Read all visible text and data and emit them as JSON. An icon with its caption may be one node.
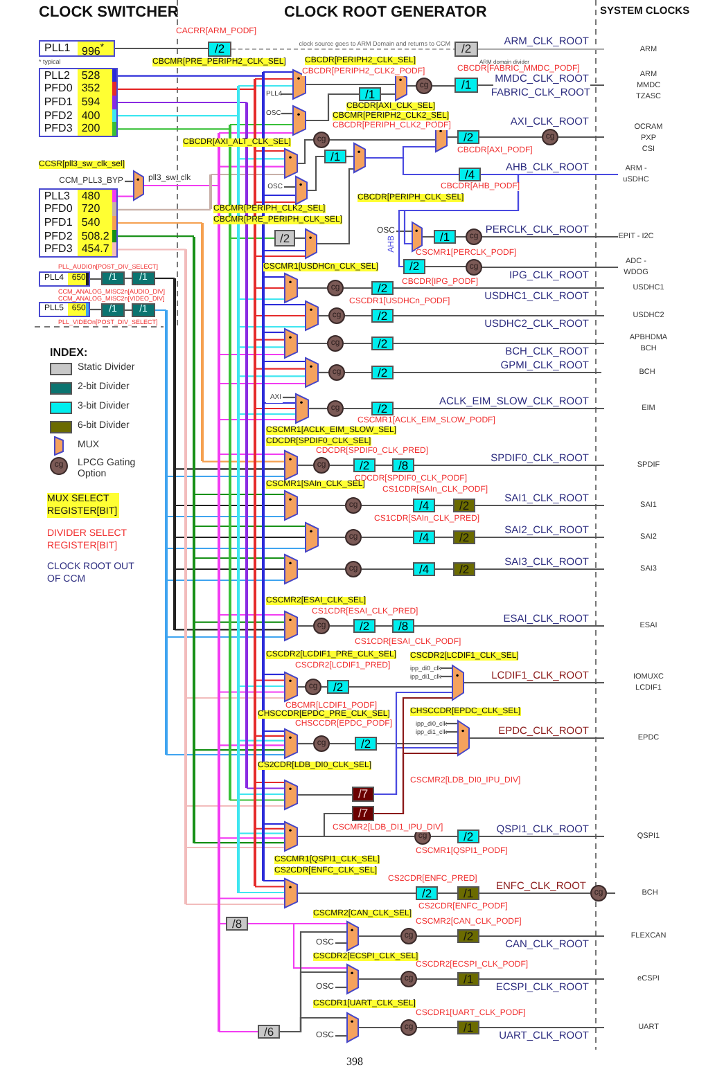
{
  "diagram": {
    "nodes": [
      {
        "text": [
          "PLL1",
          "996$^{*}$"
        ],
        "beside": [
          "* typical"
        ]
      },
      {
        "text": [],
        "shape": "box"
      },
      {
        "text": [
          "PLL2",
          "528"
        ],
        "in": 1
      },
      {
        "text": [
          "PFD0",
          "352"
        ],
        "in": 1
      },
      {
        "text": [
          "PFD1",
          "594"
        ],
        "in": 1
      },
      {
        "text": [
          "PFD2",
          "400"
        ],
        "in": 1
      },
      {
        "text": [
          "PFD3",
          "200"
        ],
        "in": 1
      },
      {
        "text": [
          "CCM_PLL3_BYP"
        ]
      },
      {
        "text": [],
        "shape": "trapezoid"
      },
      {
        "text": [],
        "shape": "box"
      },
      {
        "text": [
          "PLL3",
          "480"
        ],
        "in": 9
      },
      {
        "text": [
          "PFD0",
          "720"
        ],
        "in": 9
      },
      {
        "text": [
          "PFD1",
          "540"
        ],
        "in": 9
      },
      {
        "text": [
          "PFD2",
          "508.2"
        ],
        "in": 9
      },
      {
        "text": [
          "PFD3",
          "454.7"
        ],
        "in": 9
      },
      {
        "text": [
          "PLL4",
          "650"
        ]
      },
      {
        "text": [
          "/1"
        ]
      },
      {
        "text": [
          "/1"
        ]
      },
      {
        "text": [
          "PLL5",
          "650"
        ]
      },
      {
        "text": [
          "/1"
        ]
      },
      {
        "text": [
          "/1"
        ]
      },
      {
        "text": [
          "/2"
        ]
      },
      {
        "text": [
          "/2"
        ],
        "beside": [
          "ARM domain divider"
        ]
      },
      {
        "text": [
          "ARM"
        ]
      },
      {
        "text": [],
        "shape": "trapezoid"
      },
      {
        "text": [],
        "shape": "trapezoid"
      },
      {
        "text": [
          "PLL4"
        ]
      },
      {
        "text": [
          "OSC"
        ]
      },
      {
        "text": [
          "/1"
        ]
      },
      {
        "text": [],
        "shape": "trapezoid"
      },
      {
        "text": [
          "cg"
        ]
      },
      {
        "text": [
          "/1"
        ]
      },
      {
        "text": [
          "ARM",
          "MMDC",
          "TZASC"
        ]
      },
      {
        "text": [],
        "shape": "trapezoid"
      },
      {
        "text": [
          "/1"
        ]
      },
      {
        "text": [],
        "shape": "trapezoid"
      },
      {
        "text": [
          "OSC"
        ]
      },
      {
        "text": [],
        "shape": "trapezoid"
      },
      {
        "text": [
          "cg"
        ]
      },
      {
        "text": [
          "/2"
        ]
      },
      {
        "text": [],
        "shape": "trapezoid"
      },
      {
        "text": [],
        "shape": "trapezoid"
      },
      {
        "text": [
          "/2"
        ]
      },
      {
        "text": [
          "cg"
        ]
      },
      {
        "text": [
          "OCRAM",
          "PXP",
          "CSI"
        ]
      },
      {
        "text": [
          "/4"
        ]
      },
      {
        "text": [
          "ARM - uSDHC"
        ]
      },
      {
        "text": [
          "OSC"
        ]
      },
      {
        "text": [],
        "shape": "trapezoid"
      },
      {
        "text": [
          "/1"
        ]
      },
      {
        "text": [
          "cg"
        ]
      },
      {
        "text": [
          "EPIT - I2C"
        ]
      },
      {
        "text": [
          "/2"
        ]
      },
      {
        "text": [
          "cg"
        ]
      },
      {
        "text": [
          "ADC - WDOG"
        ]
      },
      {
        "text": [],
        "shape": "trapezoid"
      },
      {
        "text": [
          "cg"
        ]
      },
      {
        "text": [
          "/2"
        ]
      },
      {
        "text": [
          "USDHC1"
        ]
      },
      {
        "text": [],
        "shape": "trapezoid"
      },
      {
        "text": [
          "cg"
        ]
      },
      {
        "text": [
          "/2"
        ]
      },
      {
        "text": [
          "USDHC2"
        ]
      },
      {
        "text": [],
        "shape": "trapezoid"
      },
      {
        "text": [
          "cg"
        ]
      },
      {
        "text": [
          "/2"
        ]
      },
      {
        "text": [
          "APBHDMA",
          "BCH"
        ]
      },
      {
        "text": [],
        "shape": "trapezoid"
      },
      {
        "text": [
          "cg"
        ]
      },
      {
        "text": [
          "/2"
        ]
      },
      {
        "text": [
          "BCH"
        ]
      },
      {
        "text": [
          "AXI"
        ]
      },
      {
        "text": [],
        "shape": "trapezoid"
      },
      {
        "text": [
          "cg"
        ]
      },
      {
        "text": [
          "/2"
        ]
      },
      {
        "text": [
          "EIM"
        ]
      },
      {
        "text": [],
        "shape": "trapezoid"
      },
      {
        "text": [
          "cg"
        ]
      },
      {
        "text": [
          "/2"
        ]
      },
      {
        "text": [
          "/8"
        ]
      },
      {
        "text": [
          "SPDIF"
        ]
      },
      {
        "text": [],
        "shape": "trapezoid"
      },
      {
        "text": [
          "cg"
        ]
      },
      {
        "text": [
          "/4"
        ]
      },
      {
        "text": [
          "/2"
        ]
      },
      {
        "text": [
          "SAI1"
        ]
      },
      {
        "text": [],
        "shape": "trapezoid"
      },
      {
        "text": [
          "cg"
        ]
      },
      {
        "text": [
          "/4"
        ]
      },
      {
        "text": [
          "/2"
        ]
      },
      {
        "text": [
          "SAI2"
        ]
      },
      {
        "text": [],
        "shape": "trapezoid"
      },
      {
        "text": [
          "cg"
        ]
      },
      {
        "text": [
          "/4"
        ]
      },
      {
        "text": [
          "/2"
        ]
      },
      {
        "text": [
          "SAI3"
        ]
      },
      {
        "text": [],
        "shape": "trapezoid"
      },
      {
        "text": [
          "cg"
        ]
      },
      {
        "text": [
          "/2"
        ]
      },
      {
        "text": [
          "/8"
        ]
      },
      {
        "text": [
          "ESAI"
        ]
      },
      {
        "text": [],
        "shape": "trapezoid"
      },
      {
        "text": [
          "cg"
        ]
      },
      {
        "text": [
          "/2"
        ]
      },
      {
        "text": [
          "ipp_di0_clk"
        ]
      },
      {
        "text": [
          "ipp_di1_clk"
        ]
      },
      {
        "text": [],
        "shape": "trapezoid"
      },
      {
        "text": [
          "IOMUXC",
          "LCDIF1"
        ]
      },
      {
        "text": [],
        "shape": "trapezoid"
      },
      {
        "text": [
          "cg"
        ]
      },
      {
        "text": [
          "/2"
        ]
      },
      {
        "text": [
          "ipp_di0_clk"
        ]
      },
      {
        "text": [
          "ipp_di1_clk"
        ]
      },
      {
        "text": [],
        "shape": "trapezoid"
      },
      {
        "text": [
          "EPDC"
        ]
      },
      {
        "text": [],
        "shape": "trapezoid"
      },
      {
        "text": [
          "/7"
        ]
      },
      {
        "text": [],
        "shape": "trapezoid"
      },
      {
        "text": [
          "/7"
        ]
      },
      {
        "text": [
          "cg"
        ]
      },
      {
        "text": [
          "/2"
        ]
      },
      {
        "text": [
          "QSPI1"
        ]
      },
      {
        "text": [],
        "shape": "trapezoid"
      },
      {
        "text": [
          "/2"
        ]
      },
      {
        "text": [
          "/1"
        ]
      },
      {
        "text": [
          "cg"
        ]
      },
      {
        "text": [
          "BCH"
        ]
      },
      {
        "text": [
          "/8"
        ]
      },
      {
        "text": [
          "/6"
        ]
      },
      {
        "text": [
          "OSC"
        ]
      },
      {
        "text": [],
        "shape": "trapezoid"
      },
      {
        "text": [
          "cg"
        ]
      },
      {
        "text": [
          "/2"
        ]
      },
      {
        "text": [
          "FLEXCAN"
        ]
      },
      {
        "text": [
          "OSC"
        ]
      },
      {
        "text": [],
        "shape": "trapezoid"
      },
      {
        "text": [
          "cg"
        ]
      },
      {
        "text": [
          "/1"
        ]
      },
      {
        "text": [
          "eCSPI"
        ]
      },
      {
        "text": [
          "OSC"
        ]
      },
      {
        "text": [],
        "shape": "trapezoid"
      },
      {
        "text": [
          "cg"
        ]
      },
      {
        "text": [
          "/1"
        ]
      },
      {
        "text": [
          "UART"
        ]
      },
      {
        "text": [
          "cg"
        ]
      },
      {
        "text": [],
        "shape": "bar"
      },
      {
        "text": [],
        "shape": "bar"
      },
      {
        "text": [],
        "shape": "bar"
      },
      {
        "text": [],
        "shape": "bar"
      },
      {
        "text": [],
        "shape": "bar"
      },
      {
        "text": [],
        "shape": "bar"
      },
      {
        "text": [],
        "shape": "bar"
      },
      {
        "text": [],
        "shape": "bar"
      },
      {
        "text": [],
        "shape": "bar"
      },
      {
        "text": [],
        "shape": "bar"
      },
      {
        "text": [],
        "shape": "bar"
      },
      {
        "text": [],
        "shape": "bar"
      }
    ],
    "edges": [
      {
        "from": 0,
        "to": 21,
        "arrow": "none"
      },
      {
        "from": 21,
        "to": 22,
        "arrow": "none",
        "style": "dashed",
        "color": "#aaaaaa",
        "label": "clock source goes to ARM Domain and returns to CCM"
      },
      {
        "from": 22,
        "to": 23,
        "arrow": "none",
        "color": "#aaaaaa",
        "label": "ARM_CLK_ROOT"
      },
      {
        "from": 7,
        "to": 8,
        "arrow": "none"
      },
      {
        "from": 10,
        "to": 8,
        "arrow": "none",
        "color": "#f23cf2"
      },
      {
        "from": 15,
        "to": 16,
        "arrow": "none"
      },
      {
        "from": 16,
        "to": 17,
        "arrow": "none"
      },
      {
        "from": 18,
        "to": 19,
        "arrow": "none"
      },
      {
        "from": 19,
        "to": 20,
        "arrow": "none"
      },
      {
        "from": 26,
        "to": 24,
        "arrow": "none"
      },
      {
        "from": 27,
        "to": 25,
        "arrow": "none"
      },
      {
        "from": 24,
        "to": 29,
        "arrow": "none"
      },
      {
        "from": 25,
        "to": 28,
        "arrow": "none"
      },
      {
        "from": 28,
        "to": 29,
        "arrow": "none"
      },
      {
        "from": 29,
        "to": 30,
        "arrow": "none"
      },
      {
        "from": 30,
        "to": 31,
        "arrow": "none"
      },
      {
        "from": 31,
        "to": 32,
        "arrow": "none",
        "label": "MMDC_CLK_ROOT"
      },
      {
        "from": 36,
        "to": 37,
        "arrow": "none"
      },
      {
        "from": 37,
        "to": 34,
        "arrow": "none"
      },
      {
        "from": 34,
        "to": 35,
        "arrow": "none"
      },
      {
        "from": 39,
        "to": 40,
        "arrow": "none"
      },
      {
        "from": 40,
        "to": 35,
        "arrow": "none"
      },
      {
        "from": 33,
        "to": 38,
        "arrow": "none"
      },
      {
        "from": 38,
        "to": 41,
        "arrow": "none"
      },
      {
        "from": 35,
        "to": 41,
        "arrow": "none",
        "color": "#4a4ae0"
      },
      {
        "from": 35,
        "to": 45,
        "arrow": "none",
        "color": "#4a4ae0"
      },
      {
        "from": 41,
        "to": 42,
        "arrow": "none"
      },
      {
        "from": 42,
        "to": 43,
        "arrow": "none"
      },
      {
        "from": 43,
        "to": 44,
        "arrow": "none",
        "label": "AXI_CLK_ROOT"
      },
      {
        "from": 45,
        "to": 46,
        "arrow": "none",
        "color": "#4a4ae0",
        "label": "AHB_CLK_ROOT"
      },
      {
        "from": 47,
        "to": 48,
        "arrow": "none"
      },
      {
        "from": 45,
        "to": 48,
        "arrow": "none",
        "color": "#4a4ae0"
      },
      {
        "from": 48,
        "to": 49,
        "arrow": "none"
      },
      {
        "from": 49,
        "to": 50,
        "arrow": "none"
      },
      {
        "from": 50,
        "to": 51,
        "arrow": "none",
        "label": "PERCLK_CLK_ROOT"
      },
      {
        "from": 45,
        "to": 52,
        "arrow": "none",
        "color": "#4a4ae0",
        "label": "AHB"
      },
      {
        "from": 52,
        "to": 53,
        "arrow": "none"
      },
      {
        "from": 53,
        "to": 54,
        "arrow": "none",
        "label": "IPG_CLK_ROOT"
      },
      {
        "from": 55,
        "to": 56,
        "arrow": "none"
      },
      {
        "from": 56,
        "to": 57,
        "arrow": "none"
      },
      {
        "from": 57,
        "to": 58,
        "arrow": "none",
        "label": "USDHC1_CLK_ROOT"
      },
      {
        "from": 59,
        "to": 60,
        "arrow": "none"
      },
      {
        "from": 60,
        "to": 61,
        "arrow": "none"
      },
      {
        "from": 61,
        "to": 62,
        "arrow": "none",
        "label": "USDHC2_CLK_ROOT"
      },
      {
        "from": 63,
        "to": 64,
        "arrow": "none"
      },
      {
        "from": 64,
        "to": 65,
        "arrow": "none"
      },
      {
        "from": 65,
        "to": 66,
        "arrow": "none",
        "label": "BCH_CLK_ROOT"
      },
      {
        "from": 67,
        "to": 68,
        "arrow": "none"
      },
      {
        "from": 68,
        "to": 69,
        "arrow": "none"
      },
      {
        "from": 69,
        "to": 70,
        "arrow": "none",
        "label": "GPMI_CLK_ROOT"
      },
      {
        "from": 71,
        "to": 72,
        "arrow": "none"
      },
      {
        "from": 72,
        "to": 73,
        "arrow": "none"
      },
      {
        "from": 73,
        "to": 74,
        "arrow": "none"
      },
      {
        "from": 74,
        "to": 75,
        "arrow": "none",
        "label": "ACLK_EIM_SLOW_CLK_ROOT"
      },
      {
        "from": 76,
        "to": 77,
        "arrow": "none"
      },
      {
        "from": 77,
        "to": 78,
        "arrow": "none"
      },
      {
        "from": 78,
        "to": 79,
        "arrow": "none"
      },
      {
        "from": 79,
        "to": 80,
        "arrow": "none",
        "label": "SPDIF0_CLK_ROOT"
      },
      {
        "from": 81,
        "to": 82,
        "arrow": "none"
      },
      {
        "from": 82,
        "to": 83,
        "arrow": "none"
      },
      {
        "from": 83,
        "to": 84,
        "arrow": "none"
      },
      {
        "from": 84,
        "to": 85,
        "arrow": "none",
        "label": "SAI1_CLK_ROOT"
      },
      {
        "from": 86,
        "to": 87,
        "arrow": "none"
      },
      {
        "from": 87,
        "to": 88,
        "arrow": "none"
      },
      {
        "from": 88,
        "to": 89,
        "arrow": "none"
      },
      {
        "from": 89,
        "to": 90,
        "arrow": "none",
        "label": "SAI2_CLK_ROOT"
      },
      {
        "from": 91,
        "to": 92,
        "arrow": "none"
      },
      {
        "from": 92,
        "to": 93,
        "arrow": "none"
      },
      {
        "from": 93,
        "to": 94,
        "arrow": "none"
      },
      {
        "from": 94,
        "to": 95,
        "arrow": "none",
        "label": "SAI3_CLK_ROOT"
      },
      {
        "from": 96,
        "to": 97,
        "arrow": "none"
      },
      {
        "from": 97,
        "to": 98,
        "arrow": "none"
      },
      {
        "from": 98,
        "to": 99,
        "arrow": "none"
      },
      {
        "from": 99,
        "to": 100,
        "arrow": "none",
        "label": "ESAI_CLK_ROOT"
      },
      {
        "from": 101,
        "to": 102,
        "arrow": "none"
      },
      {
        "from": 102,
        "to": 103,
        "arrow": "none"
      },
      {
        "from": 103,
        "to": 106,
        "arrow": "none"
      },
      {
        "from": 104,
        "to": 106,
        "arrow": "none"
      },
      {
        "from": 105,
        "to": 106,
        "arrow": "none"
      },
      {
        "from": 106,
        "to": 107,
        "arrow": "none",
        "label": "LCDIF1_CLK_ROOT"
      },
      {
        "from": 108,
        "to": 109,
        "arrow": "none"
      },
      {
        "from": 109,
        "to": 110,
        "arrow": "none"
      },
      {
        "from": 110,
        "to": 113,
        "arrow": "none"
      },
      {
        "from": 111,
        "to": 113,
        "arrow": "none"
      },
      {
        "from": 112,
        "to": 113,
        "arrow": "none"
      },
      {
        "from": 113,
        "to": 114,
        "arrow": "none",
        "label": "EPDC_CLK_ROOT"
      },
      {
        "from": 115,
        "to": 116,
        "arrow": "none"
      },
      {
        "from": 117,
        "to": 118,
        "arrow": "none"
      },
      {
        "from": 116,
        "to": 106,
        "arrow": "none",
        "color": "#4a4ae0"
      },
      {
        "from": 116,
        "to": 113,
        "arrow": "none",
        "color": "#4a4ae0"
      },
      {
        "from": 118,
        "to": 106,
        "arrow": "none",
        "color": "#8b1a1a"
      },
      {
        "from": 118,
        "to": 113,
        "arrow": "none",
        "color": "#8b1a1a"
      },
      {
        "from": 117,
        "to": 119,
        "arrow": "none"
      },
      {
        "from": 119,
        "to": 120,
        "arrow": "none"
      },
      {
        "from": 120,
        "to": 121,
        "arrow": "none",
        "label": "QSPI1_CLK_ROOT"
      },
      {
        "from": 122,
        "to": 123,
        "arrow": "none"
      },
      {
        "from": 123,
        "to": 124,
        "arrow": "none"
      },
      {
        "from": 124,
        "to": 125,
        "arrow": "none",
        "label": "ENFC_CLK_ROOT"
      },
      {
        "from": 125,
        "to": 126,
        "arrow": "none"
      },
      {
        "from": 127,
        "to": 130,
        "arrow": "none",
        "color": "#f23cf2"
      },
      {
        "from": 127,
        "to": 135,
        "arrow": "none",
        "color": "#f23cf2"
      },
      {
        "from": 128,
        "to": 130,
        "arrow": "none"
      },
      {
        "from": 128,
        "to": 135,
        "arrow": "none"
      },
      {
        "from": 128,
        "to": 140,
        "arrow": "none"
      },
      {
        "from": 129,
        "to": 130,
        "arrow": "none"
      },
      {
        "from": 130,
        "to": 131,
        "arrow": "none"
      },
      {
        "from": 131,
        "to": 132,
        "arrow": "none"
      },
      {
        "from": 132,
        "to": 133,
        "arrow": "none",
        "label": "CAN_CLK_ROOT"
      },
      {
        "from": 134,
        "to": 135,
        "arrow": "none"
      },
      {
        "from": 135,
        "to": 136,
        "arrow": "none"
      },
      {
        "from": 136,
        "to": 137,
        "arrow": "none"
      },
      {
        "from": 137,
        "to": 138,
        "arrow": "none",
        "label": "ECSPI_CLK_ROOT"
      },
      {
        "from": 139,
        "to": 140,
        "arrow": "none"
      },
      {
        "from": 140,
        "to": 141,
        "arrow": "none"
      },
      {
        "from": 141,
        "to": 142,
        "arrow": "none"
      },
      {
        "from": 142,
        "to": 143,
        "arrow": "none",
        "label": "UART_CLK_ROOT"
      },
      {
        "from": 2,
        "to": 145,
        "arrow": "none",
        "color": "#2b2bd9"
      },
      {
        "from": 3,
        "to": 146,
        "arrow": "none",
        "color": "#e52b2b"
      },
      {
        "from": 4,
        "to": 147,
        "arrow": "none",
        "color": "#8a2be2"
      },
      {
        "from": 5,
        "to": 148,
        "arrow": "none",
        "color": "#3ee6f0"
      },
      {
        "from": 6,
        "to": 149,
        "arrow": "none",
        "color": "#38c038"
      },
      {
        "from": 8,
        "to": 150,
        "arrow": "none",
        "color": "#f23cf2"
      },
      {
        "from": 11,
        "to": 151,
        "arrow": "none",
        "color": "#c8b0a8"
      },
      {
        "from": 12,
        "to": 152,
        "arrow": "none",
        "color": "#f5a050"
      },
      {
        "from": 13,
        "to": 153,
        "arrow": "none",
        "color": "#179017"
      },
      {
        "from": 14,
        "to": 154,
        "arrow": "none",
        "color": "#f2bcbc"
      },
      {
        "from": 17,
        "to": 155,
        "arrow": "none",
        "color": "#222222"
      },
      {
        "from": 20,
        "to": 156,
        "arrow": "none",
        "color": "#3fa4f0"
      },
      {
        "from": 145,
        "to": 24,
        "arrow": "none",
        "color": "#2b2bd9"
      },
      {
        "from": 146,
        "to": 24,
        "arrow": "none",
        "color": "#e52b2b"
      },
      {
        "from": 148,
        "to": 24,
        "arrow": "none",
        "color": "#3ee6f0"
      },
      {
        "from": 149,
        "to": 25,
        "arrow": "none",
        "color": "#38c038"
      },
      {
        "from": 150,
        "to": 25,
        "arrow": "none",
        "color": "#f23cf2"
      },
      {
        "from": 146,
        "to": 33,
        "arrow": "none",
        "color": "#e52b2b"
      },
      {
        "from": 148,
        "to": 33,
        "arrow": "none",
        "color": "#3ee6f0"
      },
      {
        "from": 150,
        "to": 33,
        "arrow": "none",
        "color": "#f23cf2"
      },
      {
        "from": 151,
        "to": 33,
        "arrow": "none",
        "color": "#c8b0a8"
      },
      {
        "from": 145,
        "to": 37,
        "arrow": "none",
        "color": "#2b2bd9"
      },
      {
        "from": 146,
        "to": 37,
        "arrow": "none",
        "color": "#e52b2b"
      },
      {
        "from": 145,
        "to": 40,
        "arrow": "none",
        "color": "#2b2bd9"
      },
      {
        "from": 146,
        "to": 40,
        "arrow": "none",
        "color": "#e52b2b"
      },
      {
        "from": 149,
        "to": 39,
        "arrow": "none",
        "color": "#38c038"
      },
      {
        "from": 145,
        "to": 55,
        "arrow": "none",
        "color": "#2b2bd9"
      },
      {
        "from": 146,
        "to": 55,
        "arrow": "none",
        "color": "#e52b2b"
      },
      {
        "from": 148,
        "to": 55,
        "arrow": "none",
        "color": "#3ee6f0"
      },
      {
        "from": 145,
        "to": 59,
        "arrow": "none",
        "color": "#2b2bd9"
      },
      {
        "from": 146,
        "to": 59,
        "arrow": "none",
        "color": "#e52b2b"
      },
      {
        "from": 148,
        "to": 59,
        "arrow": "none",
        "color": "#3ee6f0"
      },
      {
        "from": 145,
        "to": 63,
        "arrow": "none",
        "color": "#2b2bd9"
      },
      {
        "from": 146,
        "to": 63,
        "arrow": "none",
        "color": "#e52b2b"
      },
      {
        "from": 148,
        "to": 63,
        "arrow": "none",
        "color": "#3ee6f0"
      },
      {
        "from": 150,
        "to": 63,
        "arrow": "none",
        "color": "#f23cf2"
      },
      {
        "from": 145,
        "to": 67,
        "arrow": "none",
        "color": "#2b2bd9"
      },
      {
        "from": 146,
        "to": 67,
        "arrow": "none",
        "color": "#e52b2b"
      },
      {
        "from": 148,
        "to": 67,
        "arrow": "none",
        "color": "#3ee6f0"
      },
      {
        "from": 150,
        "to": 67,
        "arrow": "none",
        "color": "#f23cf2"
      },
      {
        "from": 145,
        "to": 72,
        "arrow": "none",
        "color": "#2b2bd9"
      },
      {
        "from": 146,
        "to": 72,
        "arrow": "none",
        "color": "#e52b2b"
      },
      {
        "from": 148,
        "to": 72,
        "arrow": "none",
        "color": "#3ee6f0"
      },
      {
        "from": 150,
        "to": 72,
        "arrow": "none",
        "color": "#f23cf2"
      },
      {
        "from": 150,
        "to": 76,
        "arrow": "none",
        "color": "#f23cf2"
      },
      {
        "from": 152,
        "to": 76,
        "arrow": "none",
        "color": "#f5a050"
      },
      {
        "from": 155,
        "to": 76,
        "arrow": "none",
        "color": "#222222"
      },
      {
        "from": 156,
        "to": 76,
        "arrow": "none",
        "color": "#3fa4f0"
      },
      {
        "from": 153,
        "to": 81,
        "arrow": "none",
        "color": "#179017"
      },
      {
        "from": 155,
        "to": 81,
        "arrow": "none",
        "color": "#222222"
      },
      {
        "from": 156,
        "to": 81,
        "arrow": "none",
        "color": "#3fa4f0"
      },
      {
        "from": 153,
        "to": 86,
        "arrow": "none",
        "color": "#179017"
      },
      {
        "from": 155,
        "to": 86,
        "arrow": "none",
        "color": "#222222"
      },
      {
        "from": 156,
        "to": 86,
        "arrow": "none",
        "color": "#3fa4f0"
      },
      {
        "from": 153,
        "to": 91,
        "arrow": "none",
        "color": "#179017"
      },
      {
        "from": 155,
        "to": 91,
        "arrow": "none",
        "color": "#222222"
      },
      {
        "from": 156,
        "to": 91,
        "arrow": "none",
        "color": "#3fa4f0"
      },
      {
        "from": 150,
        "to": 96,
        "arrow": "none",
        "color": "#f23cf2"
      },
      {
        "from": 153,
        "to": 96,
        "arrow": "none",
        "color": "#179017"
      },
      {
        "from": 155,
        "to": 96,
        "arrow": "none",
        "color": "#222222"
      },
      {
        "from": 156,
        "to": 96,
        "arrow": "none",
        "color": "#3fa4f0"
      },
      {
        "from": 145,
        "to": 101,
        "arrow": "none",
        "color": "#2b2bd9"
      },
      {
        "from": 146,
        "to": 101,
        "arrow": "none",
        "color": "#e52b2b"
      },
      {
        "from": 148,
        "to": 101,
        "arrow": "none",
        "color": "#3ee6f0"
      },
      {
        "from": 150,
        "to": 101,
        "arrow": "none",
        "color": "#f23cf2"
      },
      {
        "from": 154,
        "to": 101,
        "arrow": "none",
        "color": "#f2bcbc"
      },
      {
        "from": 145,
        "to": 108,
        "arrow": "none",
        "color": "#2b2bd9"
      },
      {
        "from": 146,
        "to": 108,
        "arrow": "none",
        "color": "#e52b2b"
      },
      {
        "from": 148,
        "to": 108,
        "arrow": "none",
        "color": "#3ee6f0"
      },
      {
        "from": 150,
        "to": 108,
        "arrow": "none",
        "color": "#f23cf2"
      },
      {
        "from": 153,
        "to": 108,
        "arrow": "none",
        "color": "#179017"
      },
      {
        "from": 156,
        "to": 108,
        "arrow": "none",
        "color": "#3fa4f0"
      },
      {
        "from": 146,
        "to": 115,
        "arrow": "none",
        "color": "#e52b2b"
      },
      {
        "from": 147,
        "to": 115,
        "arrow": "none",
        "color": "#8a2be2"
      },
      {
        "from": 148,
        "to": 115,
        "arrow": "none",
        "color": "#3ee6f0"
      },
      {
        "from": 149,
        "to": 115,
        "arrow": "none",
        "color": "#38c038"
      },
      {
        "from": 154,
        "to": 115,
        "arrow": "none",
        "color": "#f2bcbc"
      },
      {
        "from": 145,
        "to": 117,
        "arrow": "none",
        "color": "#2b2bd9"
      },
      {
        "from": 146,
        "to": 117,
        "arrow": "none",
        "color": "#e52b2b"
      },
      {
        "from": 148,
        "to": 117,
        "arrow": "none",
        "color": "#3ee6f0"
      },
      {
        "from": 150,
        "to": 117,
        "arrow": "none",
        "color": "#f23cf2"
      },
      {
        "from": 153,
        "to": 117,
        "arrow": "none",
        "color": "#179017"
      },
      {
        "from": 154,
        "to": 117,
        "arrow": "none",
        "color": "#f2bcbc"
      },
      {
        "from": 145,
        "to": 122,
        "arrow": "none",
        "color": "#2b2bd9"
      },
      {
        "from": 146,
        "to": 122,
        "arrow": "none",
        "color": "#e52b2b"
      },
      {
        "from": 148,
        "to": 122,
        "arrow": "none",
        "color": "#3ee6f0"
      },
      {
        "from": 150,
        "to": 122,
        "arrow": "none",
        "color": "#f23cf2"
      },
      {
        "from": 154,
        "to": 122,
        "arrow": "none",
        "color": "#f2bcbc"
      },
      {
        "from": 150,
        "to": 127,
        "arrow": "none",
        "color": "#f23cf2"
      },
      {
        "from": 150,
        "to": 128,
        "arrow": "none",
        "color": "#f23cf2"
      }
    ],
    "labels": [
      "CLOCK SWITCHER",
      "CLOCK ROOT GENERATOR",
      "SYSTEM CLOCKS",
      "CACRR[ARM_PODF]",
      "CBCMR[PRE_PERIPH2_CLK_SEL]",
      "CBCDR[PERIPH2_CLK_SEL]",
      "CBCDR[PERIPH2_CLK2_PODF]",
      "CBCDR[FABRIC_MMDC_PODF]",
      "FABRIC_CLK_ROOT",
      "CBCMR[PERIPH2_CLK2_SEL]",
      "CBCDR[AXI_CLK_SEL]",
      "CBCDR[PERIPH_CLK2_PODF]",
      "CBCDR[AXI_ALT_CLK_SEL]",
      "CBCDR[AXI_PODF]",
      "CBCDR[PERIPH_CLK_SEL]",
      "CBCDR[AHB_PODF]",
      "CCSR[pll3_sw_clk_sel]",
      "pll3_sw_clk",
      "CBCMR[PERIPH_CLK2_SEL]",
      "CBCMR[PRE_PERIPH_CLK_SEL]",
      "CSCMR1[PERCLK_PODF]",
      "CSCMR1[USDHCn_CLK_SEL]",
      "CBCDR[IPG_PODF]",
      "PLL_AUDIOn[POST_DIV_SELECT]",
      "CCM_ANALOG_MISC2n[AUDIO_DIV]",
      "CCM_ANALOG_MISC2n[VIDEO_DIV]",
      "PLL_VIDEOn[POST_DIV_SELECT]",
      "CSCDR1[USDHCn_PODF]",
      "CSCMR1[ACLK_EIM_SLOW_PODF]",
      "CSCMR1[ACLK_EIM_SLOW_SEL]",
      "CDCDR[SPDIF0_CLK_SEL]",
      "CDCDR[SPDIF0_CLK_PRED]",
      "CDCDR[SPDIF0_CLK_PODF]",
      "CSCMR1[SAIn_CLK_SEL]",
      "CS1CDR[SAIn_CLK_PODF]",
      "CS1CDR[SAIn_CLK_PRED]",
      "CSCMR2[ESAI_CLK_SEL]",
      "CS1CDR[ESAI_CLK_PRED]",
      "CS1CDR[ESAI_CLK_PODF]",
      "CSCDR2[LCDIF1_PRE_CLK_SEL]",
      "CSCDR2[LCDIF1_CLK_SEL]",
      "CSCDR2[LCDIF1_PRED]",
      "CBCMR[LCDIF1_PODF]",
      "CHSCCDR[EPDC_PRE_CLK_SEL]",
      "CHSCCDR[EPDC_CLK_SEL]",
      "CHSCCDR[EPDC_PODF]",
      "CS2CDR[LDB_DI0_CLK_SEL]",
      "CSCMR2[LDB_DI0_IPU_DIV]",
      "CSCMR2[LDB_DI1_IPU_DIV]",
      "CSCMR1[QSPI1_PODF]",
      "CSCMR1[QSPI1_CLK_SEL]",
      "CS2CDR[ENFC_CLK_SEL]",
      "CS2CDR[ENFC_PRED]",
      "CS2CDR[ENFC_PODF]",
      "CSCMR2[CAN_CLK_SEL]",
      "CSCMR2[CAN_CLK_PODF]",
      "CSCDR2[ECSPI_CLK_SEL]",
      "CSCDR2[ECSPI_CLK_PODF]",
      "CSCDR1[UART_CLK_SEL]",
      "CSCDR1[UART_CLK_PODF]",
      "INDEX:",
      "398"
    ],
    "legend": [
      {
        "text": "Static Divider",
        "color": "#c8c8c8"
      },
      {
        "text": "2-bit Divider",
        "color": "#0b7470"
      },
      {
        "text": "3-bit Divider",
        "color": "#00eeee"
      },
      {
        "text": "6-bit Divider",
        "color": "#6b6b00"
      },
      {
        "text": "MUX"
      },
      {
        "text": "LPCG Gating Option"
      },
      {
        "text": "MUX SELECT REGISTER[BIT]"
      },
      {
        "text": "DIVIDER SELECT REGISTER[BIT]"
      },
      {
        "text": "CLOCK ROOT OUT OF CCM"
      }
    ]
  }
}
